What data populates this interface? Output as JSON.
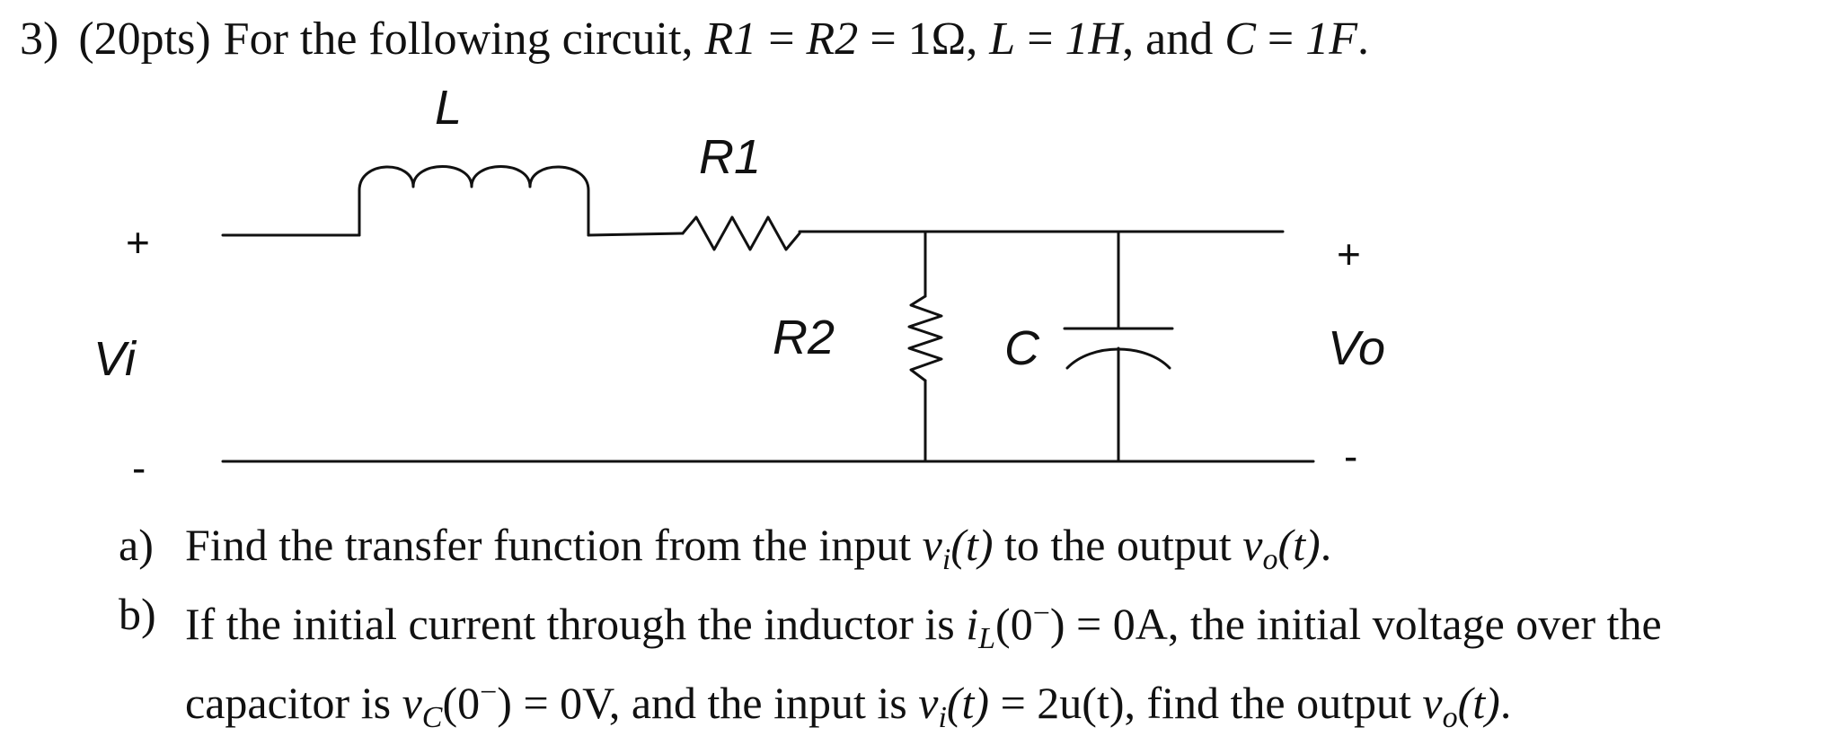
{
  "problem": {
    "number": "3)",
    "points": "(20pts)",
    "intro": "For the following circuit,"
  },
  "given": {
    "r1": "R1",
    "r2": "R2",
    "eq1": " = ",
    "eq2": " = ",
    "r_value": "1Ω",
    "sep1": ", ",
    "l_sym": "L",
    "eq3": " = ",
    "l_value": "1H",
    "sep2": ", and ",
    "c_sym": "C",
    "eq4": " = ",
    "c_value": "1F",
    "end": "."
  },
  "circuit": {
    "labels": {
      "inductor": "L",
      "r1": "R1",
      "r2": "R2",
      "capacitor": "C",
      "vin": "Vi",
      "vout": "Vo",
      "vin_plus": "+",
      "vin_minus": "-",
      "vout_plus": "+",
      "vout_minus": "-"
    }
  },
  "parts": {
    "a": {
      "label": "a)",
      "text1": "Find the transfer function from the input ",
      "v": "v",
      "sub_i": "i",
      "arg": "(t)",
      "text2": " to the output ",
      "sub_o": "o",
      "end": "."
    },
    "b": {
      "label": "b)",
      "text1": "If the initial current through the inductor is ",
      "i": "i",
      "sub_L": "L",
      "zero_minus": "(0",
      "minus": "−",
      "close_eq_a": ") = 0A",
      "text2": ", the initial voltage over the",
      "text3": "capacitor is ",
      "v": "v",
      "sub_C": "C",
      "close_eq_v": ") = 0V",
      "text4": ", and the input is ",
      "sub_i": "i",
      "arg": "(t)",
      "eq_input": " = 2u(t)",
      "text5": ", find the output ",
      "sub_o": "o",
      "end": "."
    }
  }
}
